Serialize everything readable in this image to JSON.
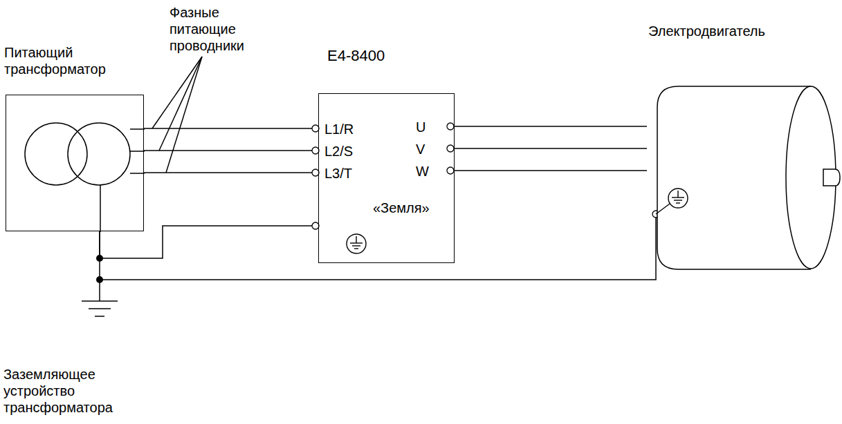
{
  "diagram": {
    "nodes": [
      {
        "text": [
          "Питающий трансформатор"
        ]
      },
      {
        "text": [
          "E4-8400",
          "L1/R",
          "L2/S",
          "L3/T",
          "U",
          "V",
          "W",
          "«Земля»"
        ]
      },
      {
        "text": [
          "Электродвигатель"
        ]
      }
    ],
    "edges": [
      {
        "from": 0,
        "to": 1,
        "arrow": "none"
      },
      {
        "from": 0,
        "to": 1,
        "arrow": "none"
      },
      {
        "from": 0,
        "to": 1,
        "arrow": "none"
      },
      {
        "from": 1,
        "to": 2,
        "arrow": "none"
      },
      {
        "from": 1,
        "to": 2,
        "arrow": "none"
      },
      {
        "from": 1,
        "to": 2,
        "arrow": "none"
      },
      {
        "from": 0,
        "to": 1,
        "arrow": "none"
      },
      {
        "from": 0,
        "to": 2,
        "arrow": "none"
      }
    ],
    "labels": [
      "Фазные питающие проводники",
      "Заземляющее устройство трансформатора"
    ]
  }
}
